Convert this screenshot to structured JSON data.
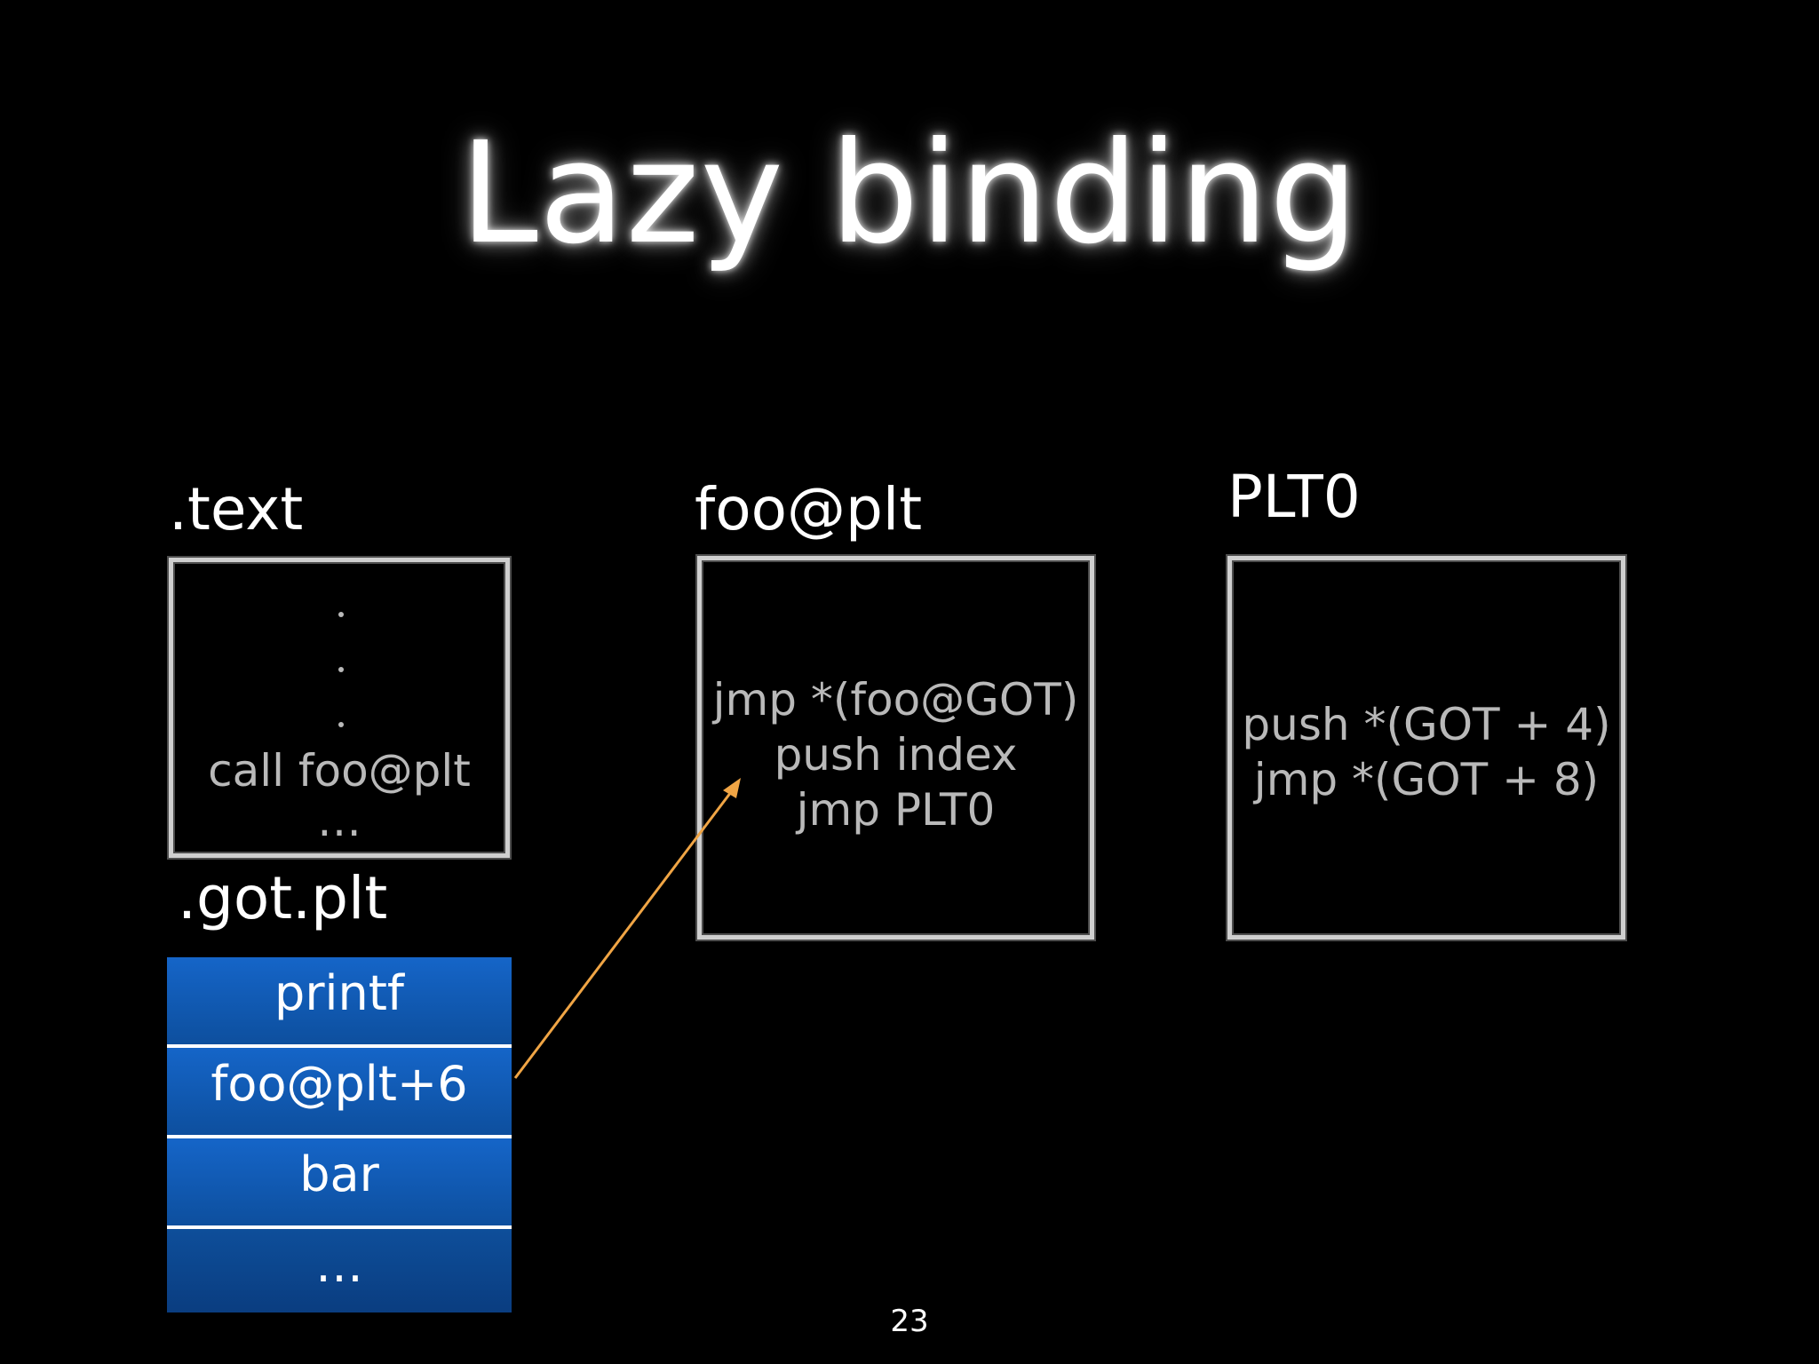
{
  "title": "Lazy binding",
  "text_section": {
    "label": ".text",
    "call_line": "call foo@plt",
    "ellipsis": "…"
  },
  "got_plt": {
    "label": ".got.plt",
    "entries": [
      "printf",
      "foo@plt+6",
      "bar",
      "…"
    ]
  },
  "foo_plt": {
    "label": "foo@plt",
    "lines": [
      "jmp *(foo@GOT)",
      "push index",
      "jmp PLT0"
    ]
  },
  "plt0": {
    "label": "PLT0",
    "lines": [
      "push *(GOT + 4)",
      "jmp *(GOT + 8)"
    ]
  },
  "arrow_color": "#f0a545",
  "page_number": "23"
}
